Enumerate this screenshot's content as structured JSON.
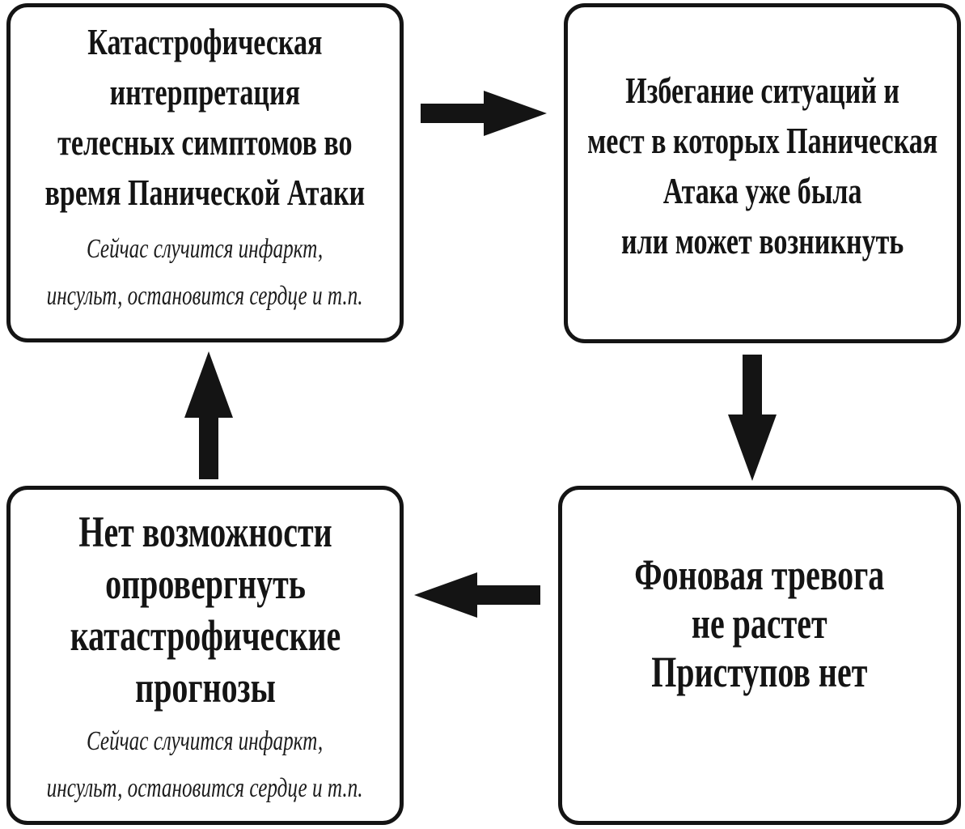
{
  "boxes": {
    "top_left": {
      "heading": [
        "Катастрофическая",
        "интерпретация",
        "телесных симптомов во",
        "время Панической Атаки"
      ],
      "note": [
        "Сейчас случится инфаркт,",
        "инсульт, остановится сердце и т.п."
      ]
    },
    "top_right": {
      "heading": [
        "Избегание ситуаций и",
        "мест в которых Паническая",
        "Атака уже была",
        "или может возникнуть"
      ]
    },
    "bottom_right": {
      "heading": [
        "Фоновая тревога",
        "не растет",
        "Приступов нет"
      ]
    },
    "bottom_left": {
      "heading": [
        "Нет возможности",
        "опровергнуть",
        "катастрофические",
        "прогнозы"
      ],
      "note": [
        "Сейчас случится инфаркт,",
        "инсульт, остановится сердце и т.п."
      ]
    }
  },
  "colors": {
    "ink": "#141414",
    "background": "#ffffff"
  }
}
